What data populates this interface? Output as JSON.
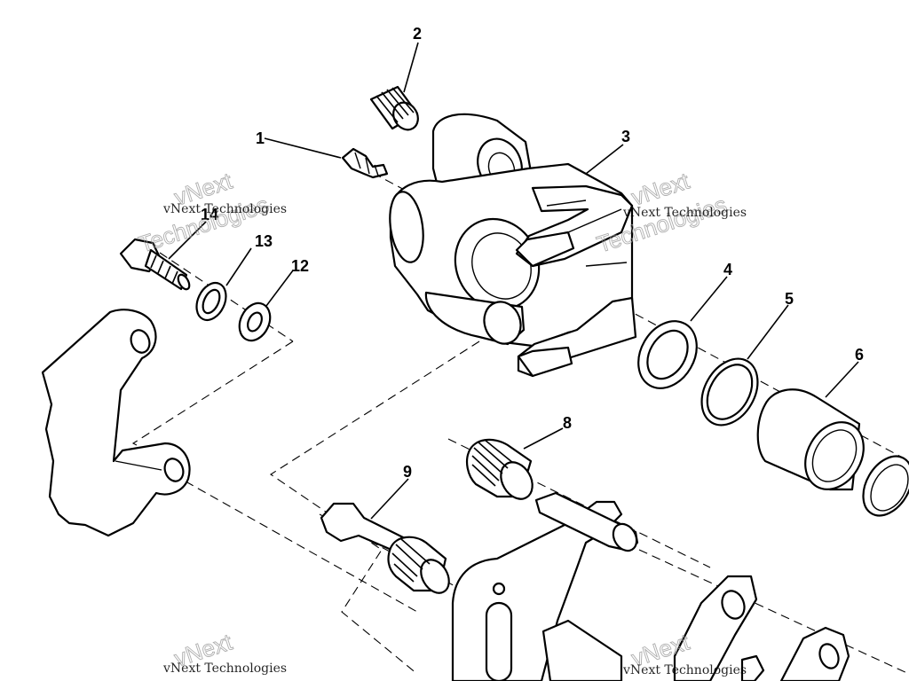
{
  "callouts": {
    "c1": "1",
    "c2": "2",
    "c3": "3",
    "c4": "4",
    "c5": "5",
    "c6": "6",
    "c8": "8",
    "c9": "9",
    "c12": "12",
    "c13": "13",
    "c14": "14"
  },
  "watermarks": {
    "line1": "vNext Technologies",
    "word1": "vNext",
    "word2": "Technologies"
  }
}
